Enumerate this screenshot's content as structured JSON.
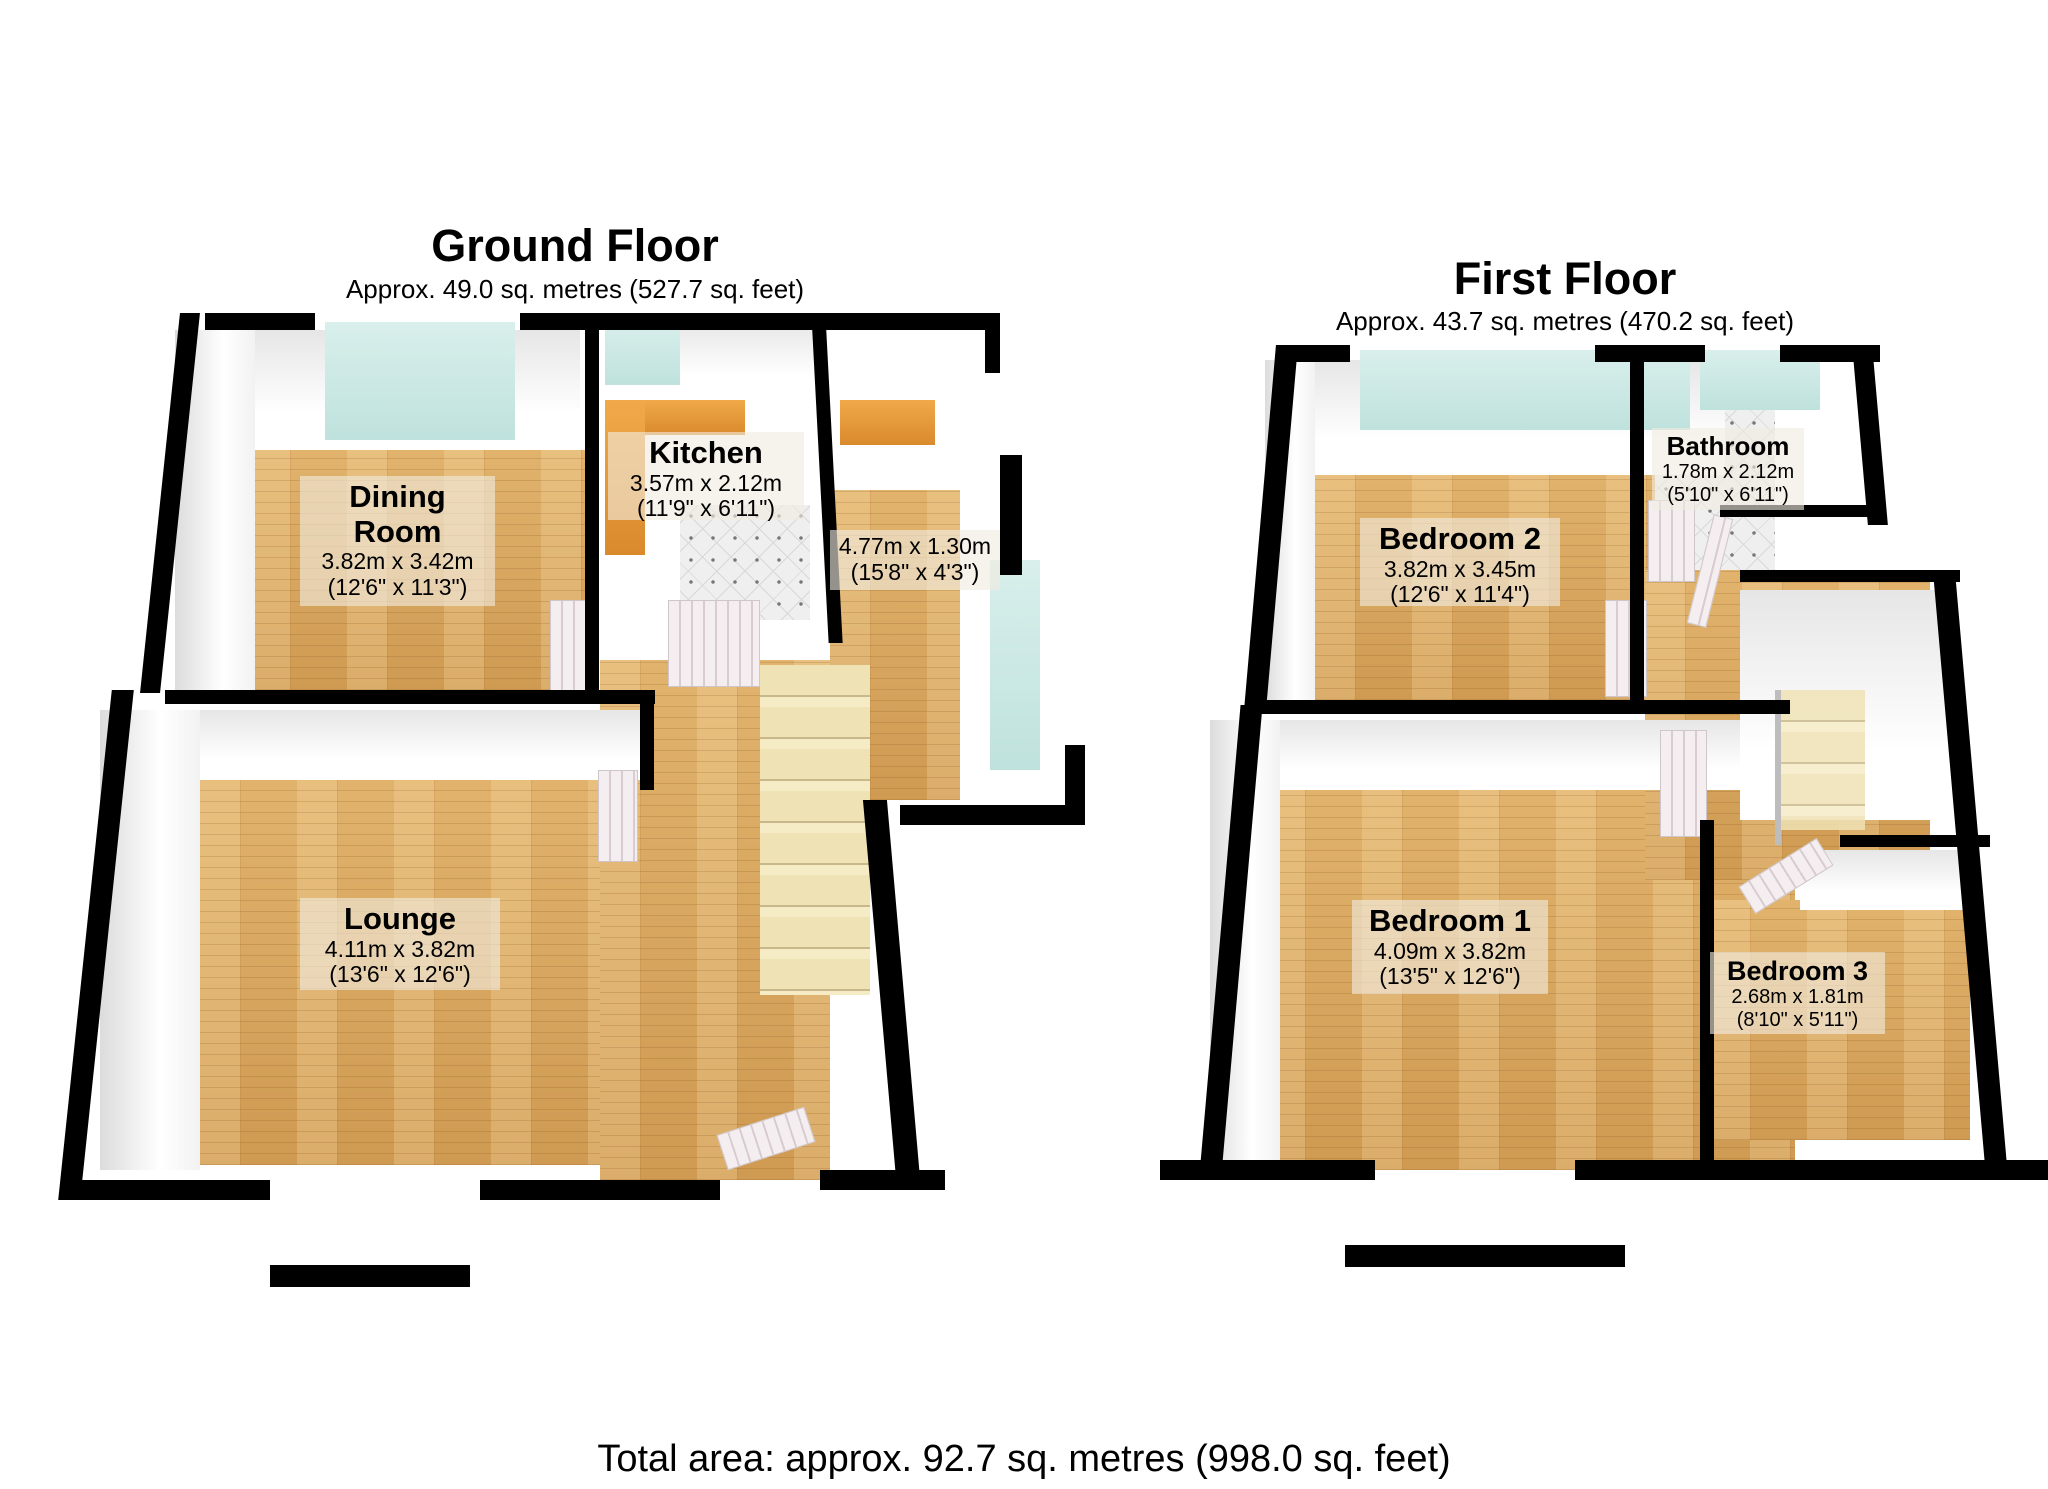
{
  "ground_floor": {
    "title": "Ground Floor",
    "area": "Approx. 49.0 sq. metres (527.7 sq. feet)",
    "rooms": [
      {
        "name": "Dining Room",
        "name_line1": "Dining",
        "name_line2": "Room",
        "metric": "3.82m x 3.42m",
        "imperial": "(12'6\" x 11'3\")"
      },
      {
        "name": "Kitchen",
        "metric": "3.57m x 2.12m",
        "imperial": "(11'9\" x 6'11\")"
      },
      {
        "name": "",
        "metric": "4.77m x 1.30m",
        "imperial": "(15'8\" x 4'3\")"
      },
      {
        "name": "Lounge",
        "metric": "4.11m x 3.82m",
        "imperial": "(13'6\" x 12'6\")"
      }
    ]
  },
  "first_floor": {
    "title": "First Floor",
    "area": "Approx. 43.7 sq. metres (470.2 sq. feet)",
    "rooms": [
      {
        "name": "Bathroom",
        "metric": "1.78m x 2.12m",
        "imperial": "(5'10\" x 6'11\")"
      },
      {
        "name": "Bedroom 2",
        "metric": "3.82m x 3.45m",
        "imperial": "(12'6\" x 11'4\")"
      },
      {
        "name": "Bedroom 1",
        "metric": "4.09m x 3.82m",
        "imperial": "(13'5\" x 12'6\")"
      },
      {
        "name": "Bedroom 3",
        "metric": "2.68m x 1.81m",
        "imperial": "(8'10\" x 5'11\")"
      }
    ]
  },
  "footer": {
    "total_area": "Total area: approx. 92.7 sq. metres (998.0 sq. feet)"
  },
  "colors": {
    "wall": "#000000",
    "floor_wood": "#d9a75e",
    "window_glass": "#cfe9e5",
    "counter": "#e8993a"
  }
}
